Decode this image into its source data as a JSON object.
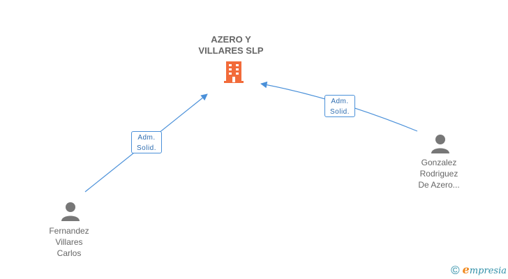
{
  "company": {
    "name_line1": "AZERO Y",
    "name_line2": "VILLARES SLP",
    "color": "#f26b3a"
  },
  "people": [
    {
      "line1": "Fernandez",
      "line2": "Villares",
      "line3": "Carlos"
    },
    {
      "line1": "Gonzalez",
      "line2": "Rodriguez",
      "line3": "De Azero..."
    }
  ],
  "relations": [
    {
      "role_line1": "Adm.",
      "role_line2": "Solid."
    },
    {
      "role_line1": "Adm.",
      "role_line2": "Solid."
    }
  ],
  "colors": {
    "edge": "#4a90d9",
    "person": "#777777",
    "text": "#666666"
  },
  "footer": {
    "copyright": "©",
    "brand_initial": "e",
    "brand_rest": "mpresia"
  }
}
